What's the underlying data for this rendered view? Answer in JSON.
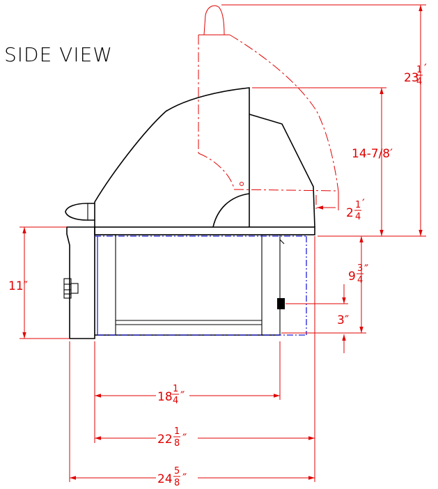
{
  "title": "SIDE VIEW",
  "colors": {
    "outline": "#000000",
    "dimension": "#e00000",
    "hidden": "#1f1fd8"
  },
  "dimensions": {
    "overall_height_whole": "23",
    "overall_height_num": "1",
    "overall_height_den": "4",
    "overall_height_unit": "′",
    "hood_height": "14-7/8′",
    "hood_offset_whole": "2",
    "hood_offset_num": "1",
    "hood_offset_den": "4",
    "hood_offset_unit": "′",
    "cabinet_height": "11″",
    "shelf_height_whole": "9",
    "shelf_height_num": "3",
    "shelf_height_den": "4",
    "shelf_height_unit": "″",
    "knob_height": "3″",
    "inner_width_whole": "18",
    "inner_width_num": "1",
    "inner_width_den": "4",
    "inner_width_unit": "″",
    "outer_width_whole": "22",
    "outer_width_num": "1",
    "outer_width_den": "8",
    "outer_width_unit": "″",
    "overall_width_whole": "24",
    "overall_width_num": "5",
    "overall_width_den": "8",
    "overall_width_unit": "″"
  }
}
